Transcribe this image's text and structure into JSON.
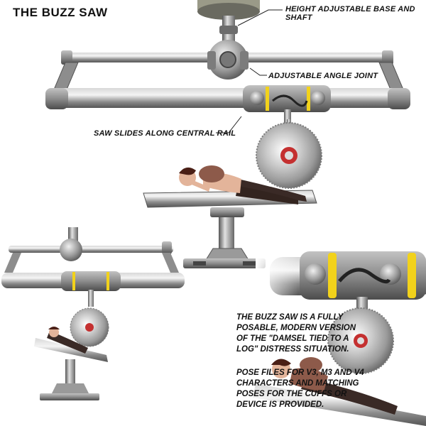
{
  "title": "THE BUZZ SAW",
  "callouts": {
    "base_shaft": "HEIGHT ADJUSTABLE BASE AND SHAFT",
    "angle_joint": "ADJUSTABLE ANGLE JOINT",
    "saw_slides": "SAW SLIDES ALONG CENTRAL RAIL"
  },
  "description": {
    "p1": "THE BUZZ SAW IS A FULLY POSABLE, MODERN VERSION OF THE \"DAMSEL TIED TO A LOG\" DISTRESS SITUATION.",
    "p2": "POSE FILES FOR V3, M3 AND V4 CHARACTERS AND MATCHING POSES FOR THE CUFFS OR DEVICE IS PROVIDED."
  },
  "colors": {
    "metal": "#9a9a9a",
    "metal_dark": "#5e5e5e",
    "metal_light": "#e4e4e4",
    "band": "#f2d21b",
    "rope": "#222222",
    "skin": "#e3b49a",
    "hair": "#4a1f16",
    "stockings": "#3a2a26"
  },
  "icons": [
    "saw-blade-icon",
    "rail-icon",
    "joint-icon",
    "base-icon",
    "figure-icon"
  ]
}
